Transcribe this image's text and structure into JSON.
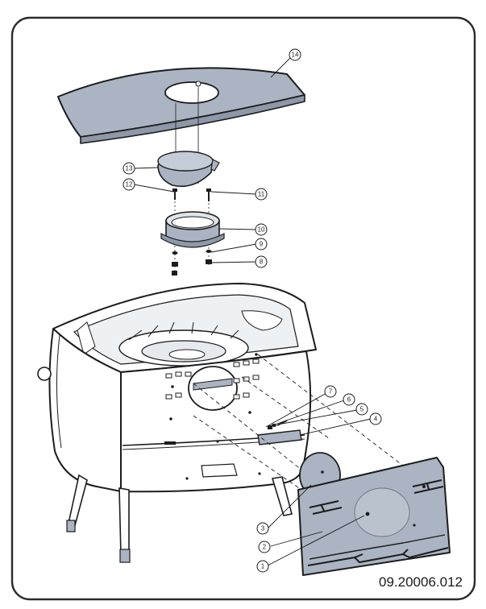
{
  "diagram": {
    "reference_code": "09.20006.012",
    "callouts": [
      "1",
      "2",
      "3",
      "4",
      "5",
      "6",
      "7",
      "8",
      "9",
      "10",
      "11",
      "12",
      "13",
      "14"
    ]
  },
  "colors": {
    "panel_fill": "#aab4c2",
    "stroke": "#1c1c1c",
    "frame_border": "#2b2b2b"
  }
}
